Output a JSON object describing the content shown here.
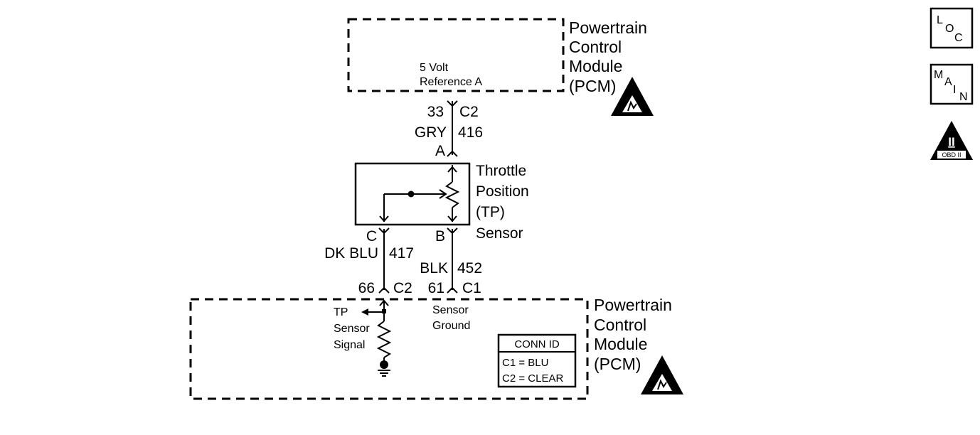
{
  "pcm_top": {
    "title_lines": [
      "Powertrain",
      "Control",
      "Module",
      "(PCM)"
    ],
    "signal_lines": [
      "5 Volt",
      "Reference A"
    ]
  },
  "top_wire": {
    "pin": "33",
    "connector": "C2",
    "color": "GRY",
    "circuit": "416",
    "sensor_pin": "A"
  },
  "tp_sensor": {
    "title_lines": [
      "Throttle",
      "Position",
      "(TP)",
      "Sensor"
    ]
  },
  "signal_wire": {
    "sensor_pin": "C",
    "color": "DK BLU",
    "circuit": "417",
    "pcm_pin": "66",
    "connector": "C2"
  },
  "ground_wire": {
    "sensor_pin": "B",
    "color": "BLK",
    "circuit": "452",
    "pcm_pin": "61",
    "connector": "C1"
  },
  "pcm_bottom": {
    "title_lines": [
      "Powertrain",
      "Control",
      "Module",
      "(PCM)"
    ],
    "signal_lines": [
      "TP",
      "Sensor",
      "Signal"
    ],
    "ground_lines": [
      "Sensor",
      "Ground"
    ]
  },
  "conn_id": {
    "header": "CONN ID",
    "rows": [
      "C1 = BLU",
      "C2 = CLEAR"
    ]
  },
  "icons": {
    "loc": {
      "l1": "L",
      "l2": "O",
      "l3": "C"
    },
    "main": {
      "l1": "M",
      "l2": "A",
      "l3": "I",
      "l4": "N"
    },
    "obd": {
      "symbol": "II",
      "label": "OBD II"
    }
  }
}
